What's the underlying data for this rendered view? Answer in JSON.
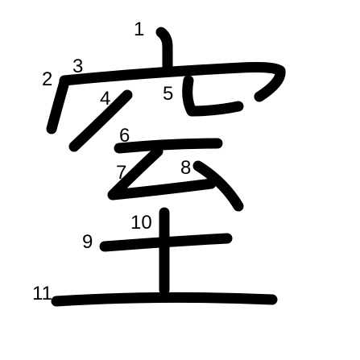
{
  "character": "窒",
  "stroke_color": "#000000",
  "background": "#ffffff",
  "labels": [
    "1",
    "2",
    "3",
    "4",
    "5",
    "6",
    "7",
    "8",
    "9",
    "10",
    "11"
  ]
}
